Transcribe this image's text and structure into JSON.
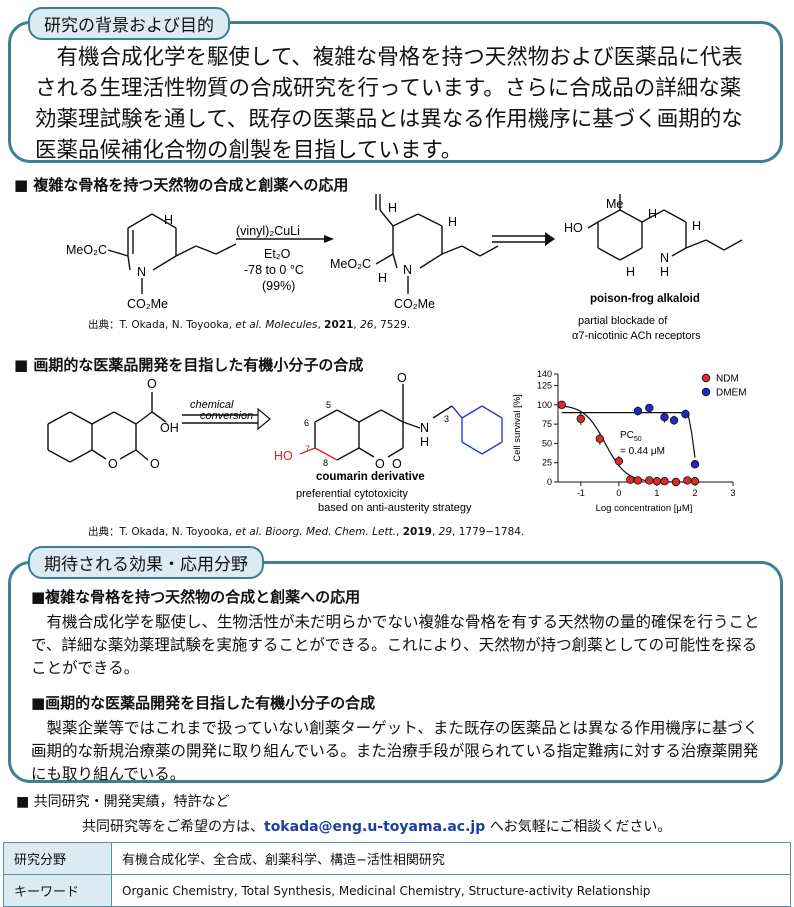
{
  "sec1": {
    "title": "研究の背景および目的",
    "body": "　有機合成化学を駆使して、複雑な骨格を持つ天然物および医薬品に代表される生理活性物質の合成研究を行っています。さらに合成品の詳細な薬効薬理試験を通して、既存の医薬品とは異なる作用機序に基づく画期的な医薬品候補化合物の創製を目指しています。"
  },
  "topic1": {
    "heading": "■ 複雑な骨格を持つ天然物の合成と創薬への応用",
    "reagent": "(vinyl)₂CuLi",
    "solvent": "Et₂O",
    "temp": "-78 to 0 °C",
    "yield": "(99%)",
    "left_ester": "MeO₂C",
    "carbamate": "CO₂Me",
    "n_atom": "N",
    "h_atom": "H",
    "oh_label": "HO",
    "me_label": "Me",
    "nh_label": "N",
    "nh_h": "H",
    "product_name": "poison-frog alkaloid",
    "product_note1": "partial blockade of",
    "product_note2": "α7-nicotinic ACh receptors",
    "cite_prefix": "出典：T. Okada, N. Toyooka, ",
    "cite_etal": "et al.",
    "cite_journal": " Molecules",
    "cite_sep": ", ",
    "cite_year": "2021",
    "cite_vol": "26",
    "cite_pages": ", 7529."
  },
  "topic2": {
    "heading": "■ 画期的な医薬品開発を目指した有機小分子の合成",
    "arrow_label1": "chemical",
    "arrow_label2": "conversion",
    "oh_label": "OH",
    "o_label": "O",
    "ho_label": "HO",
    "nh_label": "N",
    "nh_h": "H",
    "sub3": "3",
    "pos5": "5",
    "pos6": "6",
    "pos7": "7",
    "pos8": "8",
    "deriv_name": "coumarin derivative",
    "deriv_note1": "preferential cytotoxicity",
    "deriv_note2": "based on anti-austerity strategy",
    "cite_prefix": "出典：T. Okada, N. Toyooka, ",
    "cite_etal": "et al.",
    "cite_journal": " Bioorg. Med. Chem. Lett.",
    "cite_sep": ", ",
    "cite_year": "2019",
    "cite_vol": "29",
    "cite_pages": ", 1779−1784."
  },
  "chart_data": {
    "type": "scatter",
    "title": "",
    "xlabel": "Log concentration [μM]",
    "ylabel": "Cell survival [%]",
    "xlim": [
      -1.6,
      3
    ],
    "ylim": [
      0,
      140
    ],
    "xticks": [
      "-1",
      "0",
      "1",
      "2",
      "3"
    ],
    "yticks": [
      "0",
      "25",
      "50",
      "75",
      "100",
      "125",
      "140"
    ],
    "annotation": "PC₅₀\n= 0.44 μM",
    "annotation_line1": "PC",
    "annotation_sub": "50",
    "annotation_line2": "= 0.44 μM",
    "legend_position": "top-right",
    "series": [
      {
        "name": "NDM",
        "color": "#e02a2a",
        "x": [
          -1.5,
          -1.0,
          -0.5,
          0.0,
          0.3,
          0.5,
          0.8,
          1.0,
          1.2,
          1.5,
          1.8,
          2.0
        ],
        "y": [
          100,
          82,
          56,
          27,
          3,
          2,
          2,
          1,
          1,
          0,
          2,
          1
        ],
        "err": [
          5,
          8,
          8,
          7,
          2,
          2,
          2,
          1,
          1,
          1,
          2,
          1
        ]
      },
      {
        "name": "DMEM",
        "color": "#2424c8",
        "x": [
          0.5,
          0.8,
          1.2,
          1.45,
          1.75,
          2.0
        ],
        "y": [
          92,
          96,
          84,
          80,
          88,
          23
        ],
        "err": [
          6,
          5,
          7,
          6,
          6,
          3
        ]
      }
    ]
  },
  "sec2": {
    "title": "期待される効果・応用分野",
    "h1": "■複雑な骨格を持つ天然物の合成と創薬への応用",
    "p1": "　有機合成化学を駆使し、生物活性が未だ明らかでない複雑な骨格を有する天然物の量的確保を行うことで、詳細な薬効薬理試験を実施することができる。これにより、天然物が持つ創薬としての可能性を探ることができる。",
    "h2": "■画期的な医薬品開発を目指した有機小分子の合成",
    "p2": "　製薬企業等ではこれまで扱っていない創薬ターゲット、また既存の医薬品とは異なる作用機序に基づく画期的な新規治療薬の開発に取り組んでいる。また治療手段が限られている指定難病に対する治療薬開発にも取り組んでいる。"
  },
  "collab": {
    "heading": "■ 共同研究・開発実績，特許など",
    "text_before": "共同研究等をご希望の方は、",
    "email": "tokada@eng.u-toyama.ac.jp",
    "text_after": " へお気軽にご相談ください。"
  },
  "table": [
    {
      "label": "研究分野",
      "value": "有機合成化学、全合成、創薬科学、構造−活性相関研究"
    },
    {
      "label": "キーワード",
      "value": "Organic Chemistry, Total Synthesis, Medicinal Chemistry, Structure-activity Relationship"
    }
  ]
}
